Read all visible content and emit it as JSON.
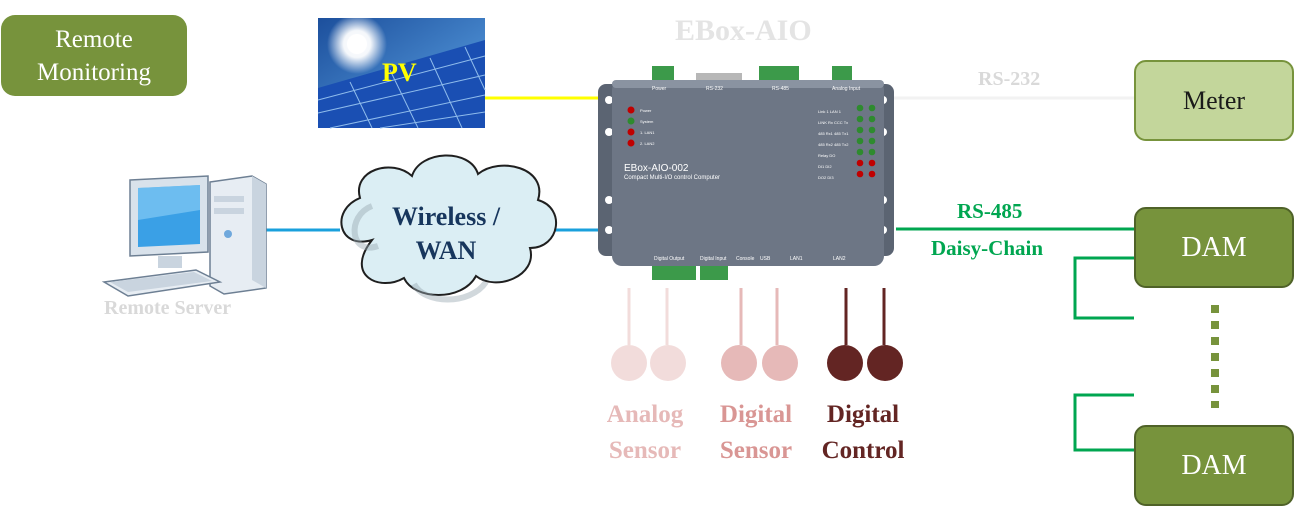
{
  "title": "EBox-AIO",
  "remote_monitoring": {
    "line1": "Remote",
    "line2": "Monitoring"
  },
  "pv_label": "PV",
  "links": {
    "rs232": "RS-232",
    "rs485": "RS-485",
    "daisy_chain": "Daisy-Chain"
  },
  "meter_label": "Meter",
  "dam_labels": [
    "DAM",
    "DAM"
  ],
  "cloud": {
    "line1": "Wireless /",
    "line2": "WAN"
  },
  "server_label": "Remote Server",
  "device": {
    "model": "EBox-AIO-002",
    "subtitle": "Compact Multi-I/O control Computer",
    "top_ports": [
      "Power",
      "RS-232",
      "RS-485",
      "Analog Input"
    ],
    "bottom_ports": [
      "Digital Output",
      "Digital Input",
      "Console",
      "USB",
      "LAN1",
      "LAN2"
    ],
    "left_leds": [
      "Power",
      "System",
      "1. LAN1",
      "2. LAN2"
    ],
    "right_leds": [
      "Link 1",
      "LAN 1",
      "LINK Rx",
      "CCC Tx",
      "485 Rx1",
      "485 Tx1",
      "485 Rx2",
      "485 Tx2",
      "Relay",
      "DO",
      "DI1",
      "DI2",
      "DO2",
      "DI3"
    ]
  },
  "sensors": [
    {
      "line1": "Analog",
      "line2": "Sensor",
      "color": "#e6b9b8"
    },
    {
      "line1": "Digital",
      "line2": "Sensor",
      "color": "#d99694"
    },
    {
      "line1": "Digital",
      "line2": "Control",
      "color": "#632523"
    }
  ],
  "colors": {
    "green_dark": "#77933c",
    "green_light": "#c3d69b",
    "link_green": "#00a650",
    "link_yellow": "#ffff00",
    "link_blue": "#1aa0dc",
    "cloud_fill": "#dbeef4"
  }
}
